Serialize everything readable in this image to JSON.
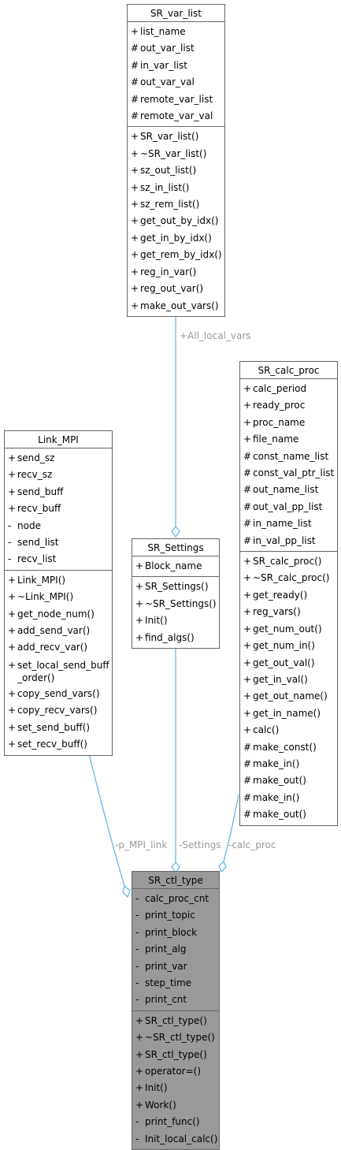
{
  "classes": {
    "var_list": {
      "name": "SR_var_list",
      "attributes": [
        {
          "vis": "+",
          "name": "list_name"
        },
        {
          "vis": "#",
          "name": "out_var_list"
        },
        {
          "vis": "#",
          "name": "in_var_list"
        },
        {
          "vis": "#",
          "name": "out_var_val"
        },
        {
          "vis": "#",
          "name": "remote_var_list"
        },
        {
          "vis": "#",
          "name": "remote_var_val"
        }
      ],
      "methods": [
        {
          "vis": "+",
          "name": "SR_var_list()"
        },
        {
          "vis": "+",
          "name": "~SR_var_list()"
        },
        {
          "vis": "+",
          "name": "sz_out_list()"
        },
        {
          "vis": "+",
          "name": "sz_in_list()"
        },
        {
          "vis": "+",
          "name": "sz_rem_list()"
        },
        {
          "vis": "+",
          "name": "get_out_by_idx()"
        },
        {
          "vis": "+",
          "name": "get_in_by_idx()"
        },
        {
          "vis": "+",
          "name": "get_rem_by_idx()"
        },
        {
          "vis": "+",
          "name": "reg_in_var()"
        },
        {
          "vis": "+",
          "name": "reg_out_var()"
        },
        {
          "vis": "+",
          "name": "make_out_vars()"
        }
      ]
    },
    "calc_proc": {
      "name": "SR_calc_proc",
      "attributes": [
        {
          "vis": "+",
          "name": "calc_period"
        },
        {
          "vis": "+",
          "name": "ready_proc"
        },
        {
          "vis": "+",
          "name": "proc_name"
        },
        {
          "vis": "+",
          "name": "file_name"
        },
        {
          "vis": "#",
          "name": "const_name_list"
        },
        {
          "vis": "#",
          "name": "const_val_ptr_list"
        },
        {
          "vis": "#",
          "name": "out_name_list"
        },
        {
          "vis": "#",
          "name": "out_val_pp_list"
        },
        {
          "vis": "#",
          "name": "in_name_list"
        },
        {
          "vis": "#",
          "name": "in_val_pp_list"
        }
      ],
      "methods": [
        {
          "vis": "+",
          "name": "SR_calc_proc()"
        },
        {
          "vis": "+",
          "name": "~SR_calc_proc()"
        },
        {
          "vis": "+",
          "name": "get_ready()"
        },
        {
          "vis": "+",
          "name": "reg_vars()"
        },
        {
          "vis": "+",
          "name": "get_num_out()"
        },
        {
          "vis": "+",
          "name": "get_num_in()"
        },
        {
          "vis": "+",
          "name": "get_out_val()"
        },
        {
          "vis": "+",
          "name": "get_in_val()"
        },
        {
          "vis": "+",
          "name": "get_out_name()"
        },
        {
          "vis": "+",
          "name": "get_in_name()"
        },
        {
          "vis": "+",
          "name": "calc()"
        },
        {
          "vis": "#",
          "name": "make_const()"
        },
        {
          "vis": "#",
          "name": "make_in()"
        },
        {
          "vis": "#",
          "name": "make_out()"
        },
        {
          "vis": "#",
          "name": "make_in()"
        },
        {
          "vis": "#",
          "name": "make_out()"
        }
      ]
    },
    "link_mpi": {
      "name": "Link_MPI",
      "attributes": [
        {
          "vis": "+",
          "name": "send_sz"
        },
        {
          "vis": "+",
          "name": "recv_sz"
        },
        {
          "vis": "+",
          "name": "send_buff"
        },
        {
          "vis": "+",
          "name": "recv_buff"
        },
        {
          "vis": "-",
          "name": "node"
        },
        {
          "vis": "-",
          "name": "send_list"
        },
        {
          "vis": "-",
          "name": "recv_list"
        }
      ],
      "methods": [
        {
          "vis": "+",
          "name": "Link_MPI()"
        },
        {
          "vis": "+",
          "name": "~Link_MPI()"
        },
        {
          "vis": "+",
          "name": "get_node_num()"
        },
        {
          "vis": "+",
          "name": "add_send_var()"
        },
        {
          "vis": "+",
          "name": "add_recv_var()"
        },
        {
          "vis": "+",
          "name": "set_local_send_buff\n_order()"
        },
        {
          "vis": "+",
          "name": "copy_send_vars()"
        },
        {
          "vis": "+",
          "name": "copy_recv_vars()"
        },
        {
          "vis": "+",
          "name": "set_send_buff()"
        },
        {
          "vis": "+",
          "name": "set_recv_buff()"
        }
      ]
    },
    "settings": {
      "name": "SR_Settings",
      "attributes": [
        {
          "vis": "+",
          "name": "Block_name"
        }
      ],
      "methods": [
        {
          "vis": "+",
          "name": "SR_Settings()"
        },
        {
          "vis": "+",
          "name": "~SR_Settings()"
        },
        {
          "vis": "+",
          "name": "Init()"
        },
        {
          "vis": "+",
          "name": "find_algs()"
        }
      ]
    },
    "ctl_type": {
      "name": "SR_ctl_type",
      "attributes": [
        {
          "vis": "-",
          "name": "calc_proc_cnt"
        },
        {
          "vis": "-",
          "name": "print_topic"
        },
        {
          "vis": "-",
          "name": "print_block"
        },
        {
          "vis": "-",
          "name": "print_alg"
        },
        {
          "vis": "-",
          "name": "print_var"
        },
        {
          "vis": "-",
          "name": "step_time"
        },
        {
          "vis": "-",
          "name": "print_cnt"
        }
      ],
      "methods": [
        {
          "vis": "+",
          "name": "SR_ctl_type()"
        },
        {
          "vis": "+",
          "name": "~SR_ctl_type()"
        },
        {
          "vis": "+",
          "name": "SR_ctl_type()"
        },
        {
          "vis": "+",
          "name": "operator=()"
        },
        {
          "vis": "+",
          "name": "Init()"
        },
        {
          "vis": "+",
          "name": "Work()"
        },
        {
          "vis": "-",
          "name": "print_func()"
        },
        {
          "vis": "-",
          "name": "Init_local_calc()"
        }
      ]
    }
  },
  "relations": {
    "all_local_vars": "+All_local_vars",
    "p_mpi_link": "-p_MPI_link",
    "settings": "-Settings",
    "calc_proc": "-calc_proc"
  },
  "colors": {
    "edge": "#63b8ee",
    "box_border": "#666666",
    "focus_fill": "#999999",
    "label_text": "#9a9a9a"
  }
}
